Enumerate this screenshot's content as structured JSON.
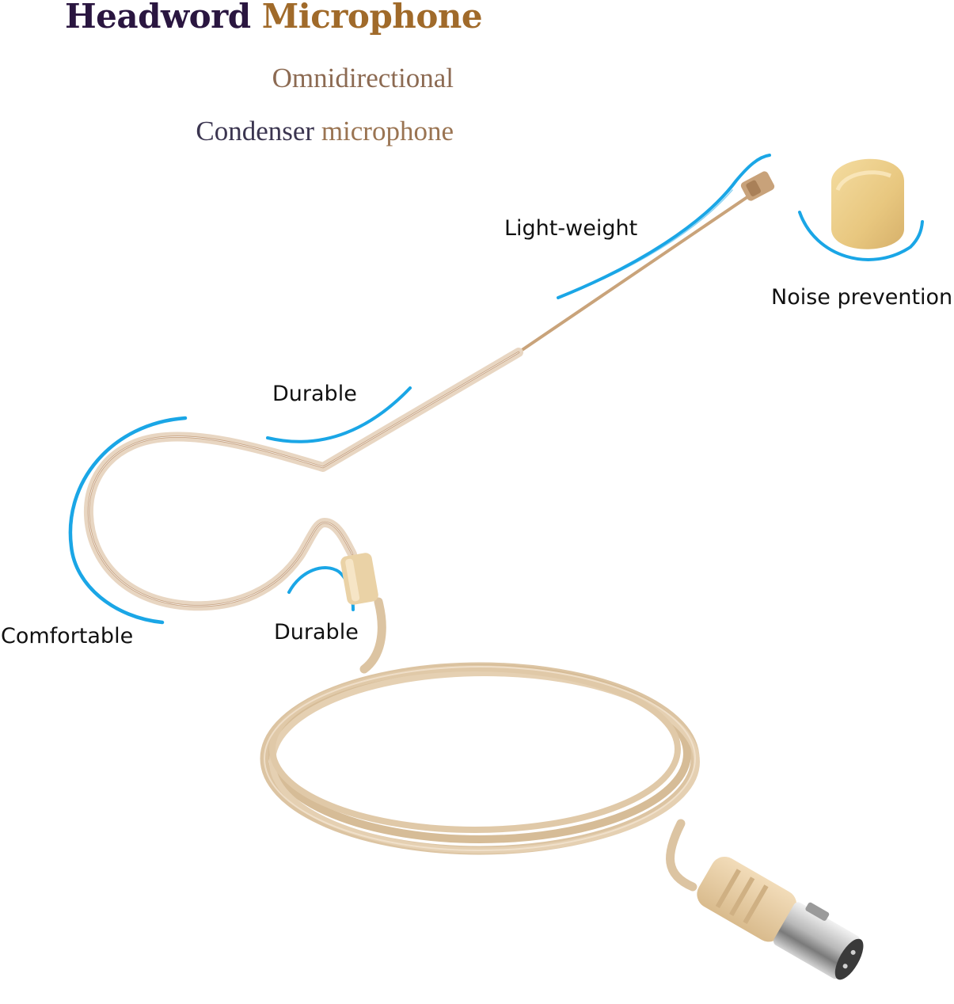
{
  "header": {
    "title_word_1": "Headword",
    "title_word_2": "Microphone",
    "subtitle_1": "Omnidirectional",
    "subtitle_2_word_1": "Condenser",
    "subtitle_2_word_2": "microphone"
  },
  "features": {
    "light_weight": "Light-weight",
    "noise_prevention": "Noise prevention",
    "durable_top": "Durable",
    "durable_bottom": "Durable",
    "comfortable": "Comfortable"
  },
  "colors": {
    "title_dark": "#2a1640",
    "title_accent": "#a06a2a",
    "cable_beige": "#e6cfb0",
    "accent_blue": "#1aa6e6"
  },
  "icons": {
    "product": "headset-microphone-image",
    "windscreen": "foam-windscreen-image",
    "connector": "mini-xlr-connector-image"
  }
}
